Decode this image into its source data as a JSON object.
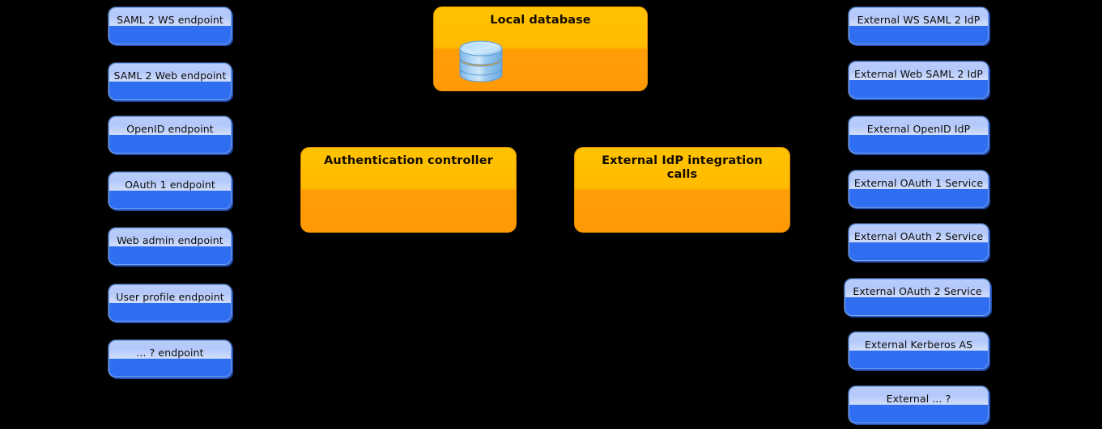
{
  "diagram": {
    "background_color": "#000000",
    "blue_node_color": "#2f6ef0",
    "blue_node_header_color": "#cddbfd",
    "orange_node_color": "#ff9d07",
    "orange_node_header_color": "#ffbb00"
  },
  "left_column": {
    "name": "endpoints",
    "nodes": [
      {
        "label": "SAML 2 WS endpoint"
      },
      {
        "label": "SAML 2 Web endpoint"
      },
      {
        "label": "OpenID endpoint"
      },
      {
        "label": "OAuth 1 endpoint"
      },
      {
        "label": "Web admin endpoint"
      },
      {
        "label": "User profile endpoint"
      },
      {
        "label": "... ? endpoint"
      }
    ]
  },
  "center_column": {
    "name": "core-components",
    "nodes": [
      {
        "title": "Local database",
        "icon": "database-icon"
      },
      {
        "title": "Authentication controller",
        "icon": ""
      },
      {
        "title": "External IdP integration calls",
        "icon": ""
      }
    ]
  },
  "right_column": {
    "name": "external-identity-providers",
    "nodes": [
      {
        "label": "External WS SAML 2 IdP"
      },
      {
        "label": "External Web SAML 2 IdP"
      },
      {
        "label": "External OpenID IdP"
      },
      {
        "label": "External OAuth 1 Service"
      },
      {
        "label": "External OAuth 2 Service"
      },
      {
        "label": "External OAuth 2 Service"
      },
      {
        "label": "External Kerberos AS"
      },
      {
        "label": "External ... ?"
      }
    ]
  }
}
